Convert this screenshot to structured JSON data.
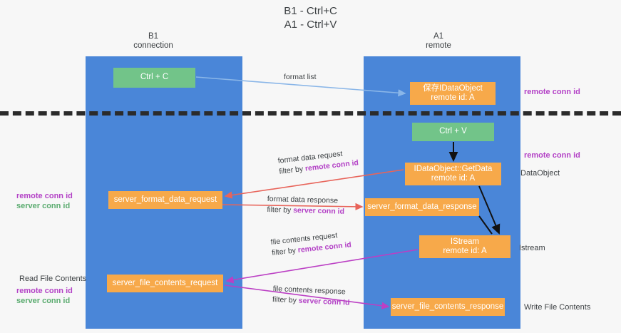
{
  "title": "B1 - Ctrl+C\nA1 - Ctrl+V",
  "columns": {
    "left": {
      "name": "B1",
      "role": "connection",
      "label": "B1\nconnection"
    },
    "right": {
      "name": "A1",
      "role": "remote",
      "label": "A1\nremote"
    }
  },
  "colors": {
    "lane": "#4a86d8",
    "green_box": "#72c489",
    "orange_box": "#f7a94a",
    "divider": "#2b2b2b",
    "remote_conn_id": "#b341c6",
    "server_conn_id": "#5aab6f",
    "arrow_format_list": "#8ab6e8",
    "arrow_format_data": "#e8645a",
    "arrow_file_contents": "#bb3fc4",
    "arrow_internal": "#111111",
    "background": "#f7f7f7"
  },
  "boxes": {
    "ctrl_c": "Ctrl + C",
    "save_idataobject": "保存IDataObject\nremote id: A",
    "ctrl_v": "Ctrl + V",
    "idataobject_getdata": "IDataObject::GetData\nremote id: A",
    "server_format_data_request": "server_format_data_request",
    "server_format_data_response": "server_format_data_response",
    "istream": "IStream\nremote id: A",
    "server_file_contents_request": "server_file_contents_request",
    "server_file_contents_response": "server_file_contents_response"
  },
  "edge_labels": {
    "format_list": "format list",
    "format_data_request": {
      "line1": "format data request",
      "line2_prefix": "filter by ",
      "line2_key": "remote conn id"
    },
    "format_data_response": {
      "line1": "format data response",
      "line2_prefix": "filter by ",
      "line2_key": "server conn id"
    },
    "file_contents_request": {
      "line1": "file contents request",
      "line2_prefix": "filter by ",
      "line2_key": "remote conn id"
    },
    "file_contents_response": {
      "line1": "file contents response",
      "line2_prefix": "filter by ",
      "line2_key": "server conn id"
    }
  },
  "annotations": {
    "remote_conn_id_top": "remote conn id",
    "remote_conn_id_mid": "remote conn id",
    "dataobject": "DataObject",
    "istream": "Istream",
    "write_file_contents": "Write File Contents",
    "read_file_contents": "Read File Contents",
    "conn_pair": {
      "remote": "remote conn id",
      "server": "server conn id"
    }
  }
}
